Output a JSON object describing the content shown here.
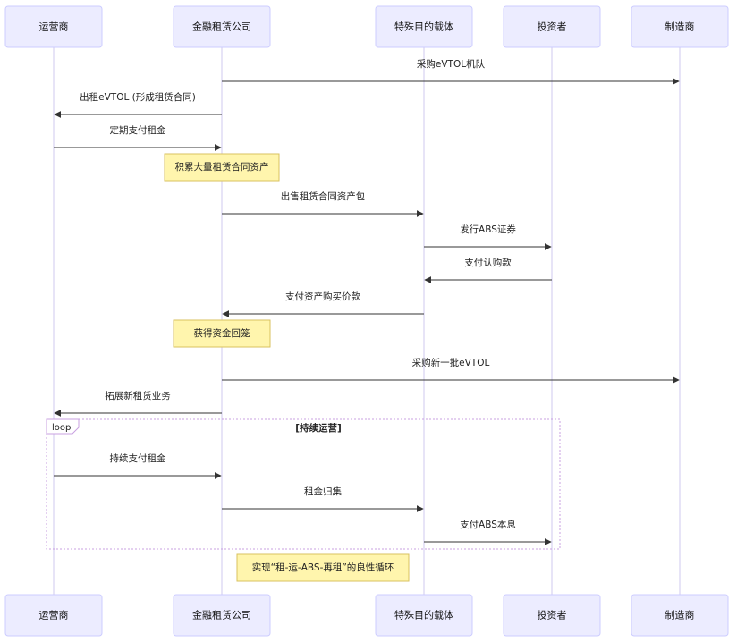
{
  "actors": [
    {
      "id": "op",
      "label": "运营商"
    },
    {
      "id": "fin",
      "label": "金融租赁公司"
    },
    {
      "id": "spv",
      "label": "特殊目的载体"
    },
    {
      "id": "inv",
      "label": "投资者"
    },
    {
      "id": "mfg",
      "label": "制造商"
    }
  ],
  "messages": [
    {
      "from": "fin",
      "to": "mfg",
      "label": "采购eVTOL机队"
    },
    {
      "from": "fin",
      "to": "op",
      "label": "出租eVTOL (形成租赁合同)"
    },
    {
      "from": "op",
      "to": "fin",
      "label": "定期支付租金"
    },
    {
      "note": "积累大量租赁合同资产",
      "over": "fin"
    },
    {
      "from": "fin",
      "to": "spv",
      "label": "出售租赁合同资产包"
    },
    {
      "from": "spv",
      "to": "inv",
      "label": "发行ABS证券"
    },
    {
      "from": "inv",
      "to": "spv",
      "label": "支付认购款"
    },
    {
      "from": "spv",
      "to": "fin",
      "label": "支付资产购买价款"
    },
    {
      "note": "获得资金回笼",
      "over": "fin"
    },
    {
      "from": "fin",
      "to": "mfg",
      "label": "采购新一批eVTOL"
    },
    {
      "from": "fin",
      "to": "op",
      "label": "拓展新租赁业务"
    },
    {
      "from": "op",
      "to": "fin",
      "label": "持续支付租金"
    },
    {
      "from": "fin",
      "to": "spv",
      "label": "租金归集"
    },
    {
      "from": "spv",
      "to": "inv",
      "label": "支付ABS本息"
    },
    {
      "note": "实现“租-运-ABS-再租”的良性循环",
      "over": "fin-spv"
    }
  ],
  "loop": {
    "keyword": "loop",
    "title": "[持续运营]"
  }
}
